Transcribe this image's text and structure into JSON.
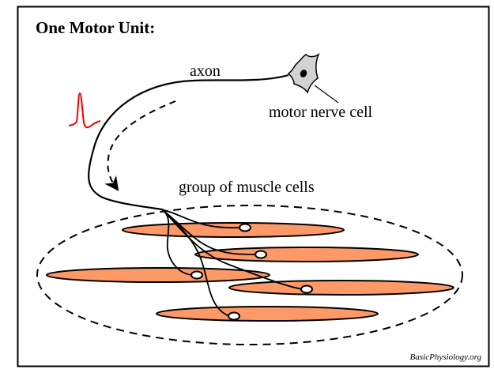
{
  "title": "One Motor Unit:",
  "labels": {
    "axon": "axon",
    "motor_nerve_cell": "motor nerve cell",
    "muscle_group": "group of muscle cells"
  },
  "credit": "BasicPhysiology.org",
  "colors": {
    "muscle_fill": "#fd9966",
    "neuron_fill": "#d3d3d3",
    "action_potential": "#ee0000",
    "stroke": "#000000",
    "endplate_fill": "#ffffff"
  },
  "muscle_cells": [
    {
      "id": 1,
      "has_endplate": true
    },
    {
      "id": 2,
      "has_endplate": true
    },
    {
      "id": 3,
      "has_endplate": true
    },
    {
      "id": 4,
      "has_endplate": true
    },
    {
      "id": 5,
      "has_endplate": true
    }
  ],
  "icons": {
    "action_potential": "action-potential-spike",
    "conduction_arrow": "dashed-arrow",
    "neuron": "motor-neuron-soma"
  }
}
